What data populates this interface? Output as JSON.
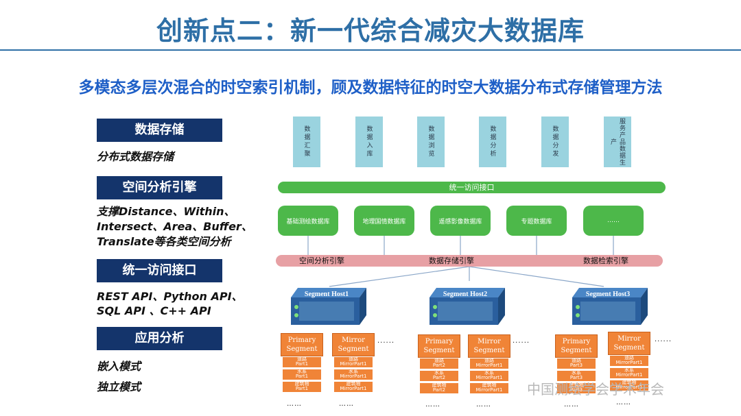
{
  "title": "创新点二：新一代综合减灾大数据库",
  "subtitle": "多模态多层次混合的时空索引机制，顾及数据特征的时空大数据分布式存储管理方法",
  "sidebar": [
    {
      "label": "数据存储",
      "lines": [
        "分布式数据存储"
      ]
    },
    {
      "label": "空间分析引擎",
      "lines": [
        "支撑Distance、Within、",
        "Intersect、Area、Buffer、",
        "Translate等各类空间分析"
      ]
    },
    {
      "label": "统一访问接口",
      "lines": [
        "REST API、Python  API、",
        "SQL API 、C++ API"
      ]
    },
    {
      "label": "应用分析",
      "lines": [
        "嵌入模式",
        "独立模式"
      ]
    }
  ],
  "diagram": {
    "functions": [
      "数据汇聚",
      "数据入库",
      "数据浏览",
      "数据分析",
      "数据分发",
      "服务产品数据生产"
    ],
    "access_bar": "统一访问接口",
    "databases": [
      "基础测绘数据库",
      "地理国情数据库",
      "遥感影像数据库",
      "专题数据库",
      "……"
    ],
    "engines": [
      "空间分析引擎",
      "数据存储引擎",
      "数据检索引擎"
    ],
    "hosts": [
      {
        "name": "Segment Host1",
        "primary": "Primary Segment",
        "mirror": "Mirror Segment",
        "primary_parts": [
          [
            "道路",
            "Part1"
          ],
          [
            "水系",
            "Part1"
          ],
          [
            "建筑物",
            "Part1"
          ]
        ],
        "mirror_parts": [
          [
            "道路",
            "MirrorPart1"
          ],
          [
            "水系",
            "MirrorPart1"
          ],
          [
            "建筑物",
            "MirrorPart1"
          ]
        ]
      },
      {
        "name": "Segment Host2",
        "primary": "Primary Segment",
        "mirror": "Mirror Segment",
        "primary_parts": [
          [
            "道路",
            "Part2"
          ],
          [
            "水系",
            "Part2"
          ],
          [
            "建筑物",
            "Part2"
          ]
        ],
        "mirror_parts": [
          [
            "道路",
            "MirrorPart1"
          ],
          [
            "水系",
            "MirrorPart1"
          ],
          [
            "建筑物",
            "MirrorPart1"
          ]
        ]
      },
      {
        "name": "Segment Host3",
        "primary": "Primary Segment",
        "mirror": "Mirror Segment",
        "primary_parts": [
          [
            "道路",
            "Part3"
          ],
          [
            "水系",
            "Part3"
          ],
          [
            "建筑物",
            "Part3"
          ]
        ],
        "mirror_parts": [
          [
            "道路",
            "MirrorPart1"
          ],
          [
            "水系",
            "MirrorPart1"
          ],
          [
            "建筑物",
            "MirrorPart1"
          ]
        ]
      }
    ],
    "ellipsis": "……",
    "small_ellipsis": "......"
  },
  "watermark": "中国测绘学会学术年会",
  "colors": {
    "title": "#2e6fa6",
    "subtitle": "#1e5fc7",
    "sidebar_button": "#14346b",
    "function_box": "#9ad3df",
    "green": "#4db84a",
    "engine_bar": "#e7a0a4",
    "segment": "#f08437"
  }
}
